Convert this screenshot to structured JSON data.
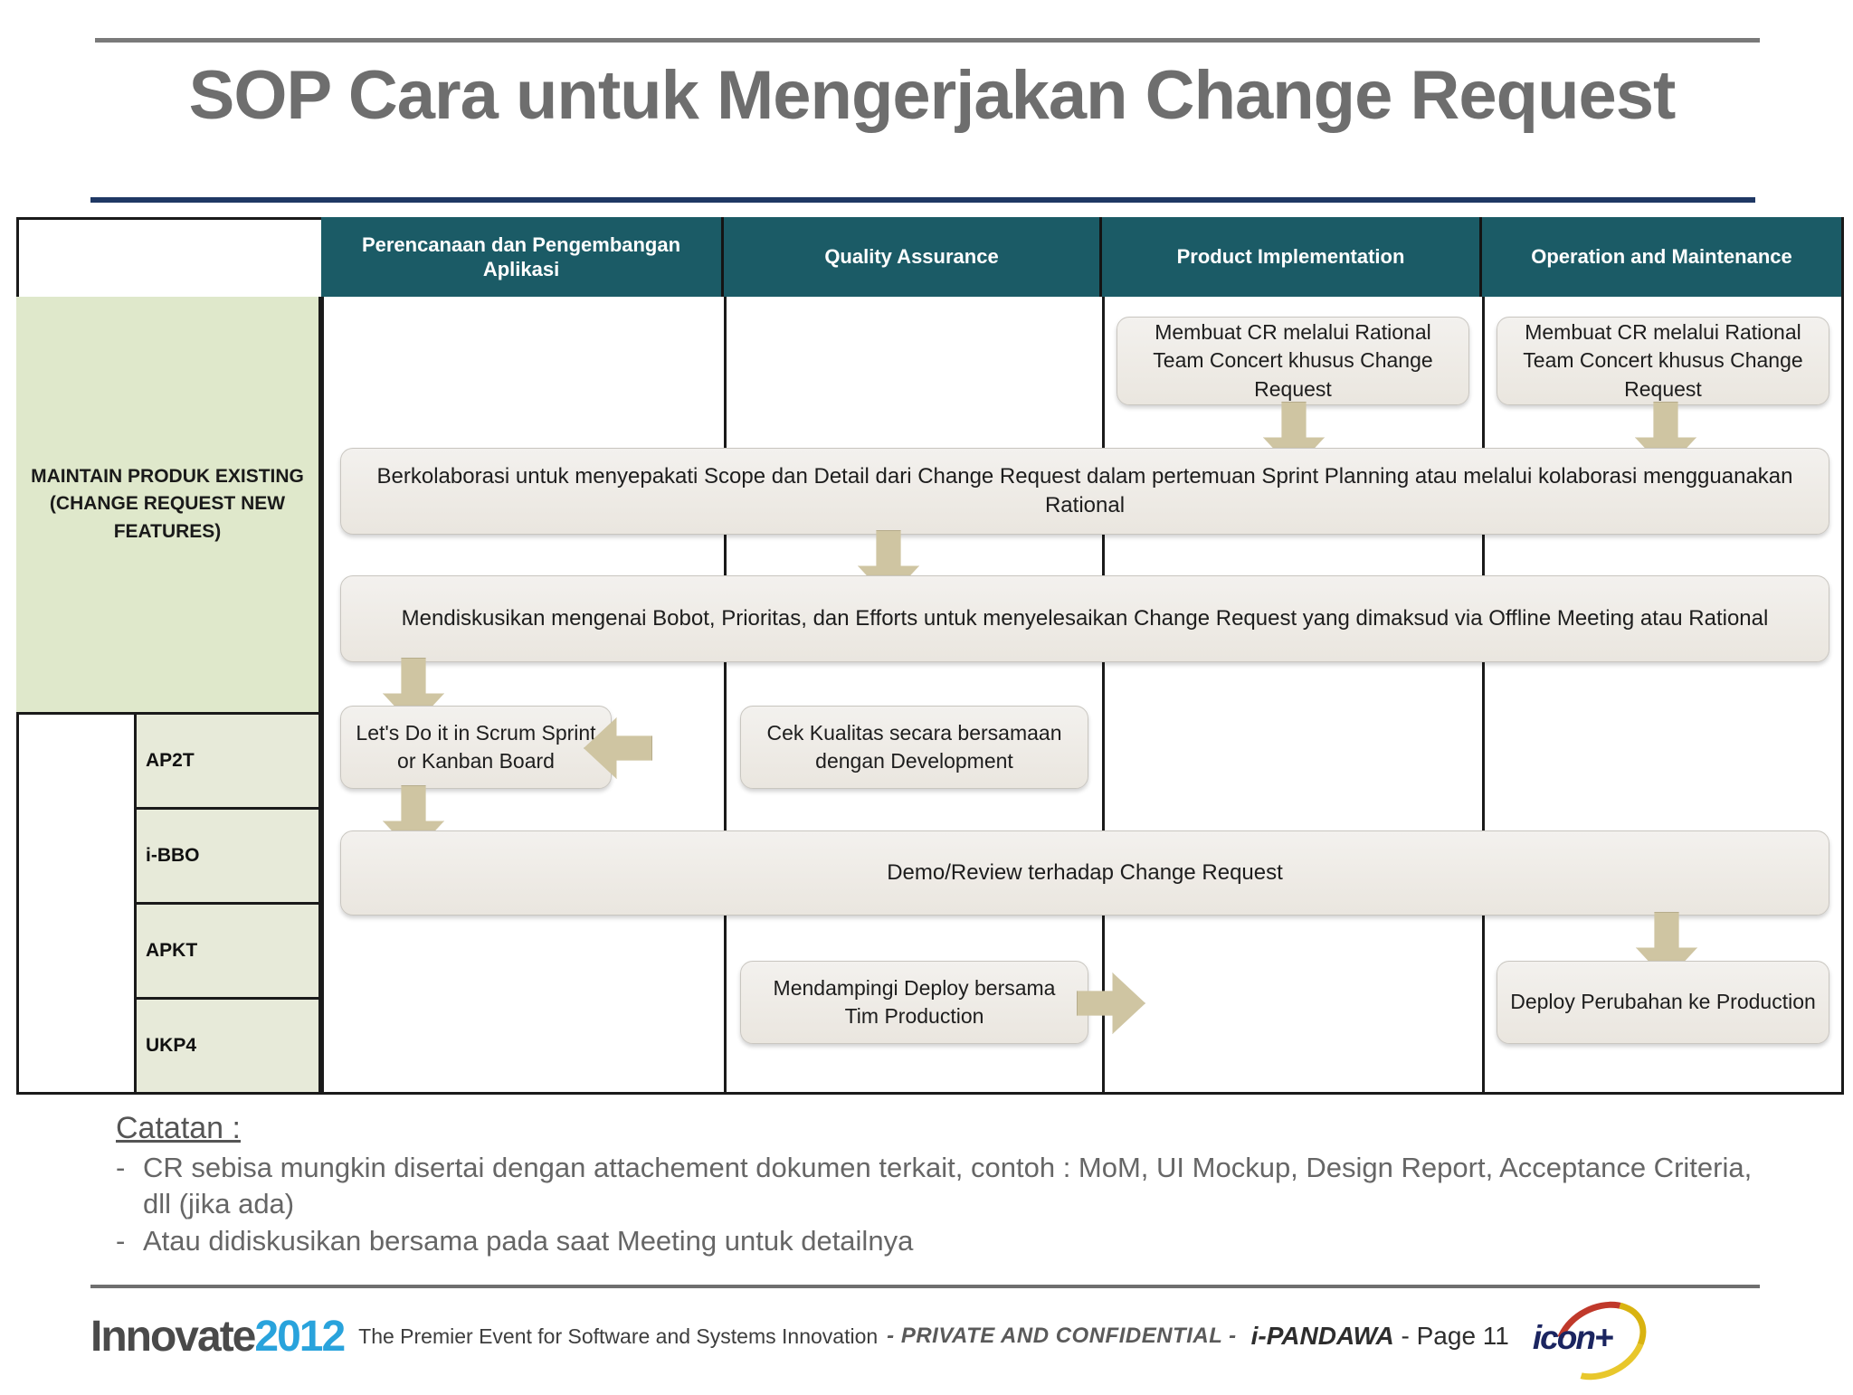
{
  "slide": {
    "title": "SOP Cara untuk Mengerjakan Change Request"
  },
  "diagram": {
    "columns": [
      {
        "label": "Perencanaan dan Pengembangan Aplikasi"
      },
      {
        "label": "Quality Assurance"
      },
      {
        "label": "Product Implementation"
      },
      {
        "label": "Operation and Maintenance"
      }
    ],
    "swimlane": {
      "title": "MAINTAIN PRODUK EXISTING (CHANGE REQUEST NEW FEATURES)",
      "products": [
        {
          "label": "AP2T"
        },
        {
          "label": "i-BBO"
        },
        {
          "label": "APKT"
        },
        {
          "label": "UKP4"
        }
      ]
    },
    "steps": {
      "create_cr_product": "Membuat CR melalui Rational Team Concert khusus Change Request",
      "create_cr_operation": "Membuat CR melalui Rational Team Concert khusus Change Request",
      "collaborate": "Berkolaborasi untuk menyepakati Scope dan Detail dari Change Request dalam pertemuan Sprint Planning atau melalui kolaborasi mengguanakan Rational",
      "discuss": "Mendiskusikan mengenai Bobot, Prioritas, dan Efforts untuk menyelesaikan Change Request yang dimaksud via Offline Meeting atau Rational",
      "scrum_sprint": "Let's Do it in Scrum Sprint or Kanban Board",
      "quality_check": "Cek Kualitas secara bersamaan dengan Development",
      "demo_review": "Demo/Review terhadap Change Request",
      "accompany_deploy": "Mendampingi Deploy bersama Tim Production",
      "deploy_production": "Deploy Perubahan ke Production"
    },
    "colors": {
      "header_band": "#1b5b66",
      "swimlane_green": "#dfe8cb",
      "subrow_green": "#e7ead9",
      "arrow_khaki": "#cfc5a2",
      "title_rule_blue": "#1f3864"
    }
  },
  "notes": {
    "heading": "Catatan :",
    "bullet_marker": "-",
    "items": [
      "CR sebisa mungkin disertai dengan attachement dokumen terkait, contoh : MoM, UI Mockup, Design Report, Acceptance Criteria, dll (jika ada)",
      "Atau didiskusikan bersama pada saat Meeting untuk detailnya"
    ]
  },
  "footer": {
    "logo_part1": "Innovate",
    "logo_part2": "2012",
    "tagline": "The Premier Event for Software and Systems Innovation",
    "confidential": "-  PRIVATE AND CONFIDENTIAL  -",
    "project": "i-PANDAWA",
    "page": "- Page 11",
    "brand_logo": "icon+"
  }
}
